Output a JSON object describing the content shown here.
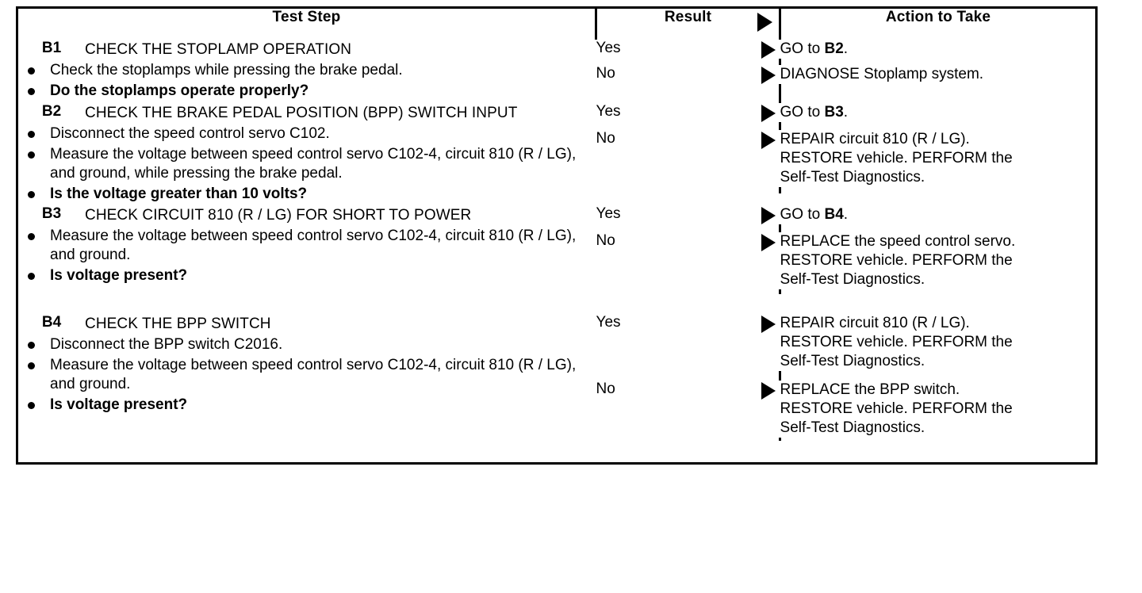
{
  "document": {
    "type": "diagnostic-pinpoint-test-table"
  },
  "table": {
    "headers": {
      "test_step": "Test Step",
      "result": "Result",
      "action": "Action to Take",
      "result_arrow_icon": "play-arrow-icon"
    },
    "steps": [
      {
        "id": "B1",
        "title": "CHECK THE STOPLAMP OPERATION",
        "bullets": [
          {
            "text": "Check the stoplamps while pressing the brake pedal.",
            "bold": false
          },
          {
            "text": "Do the stoplamps operate properly?",
            "bold": true
          }
        ],
        "results": [
          {
            "label": "Yes",
            "arrow_icon": "play-arrow-icon",
            "action_lines": [
              "GO to B2."
            ],
            "action_bold_token": "B2"
          },
          {
            "label": "No",
            "arrow_icon": "play-arrow-icon",
            "action_lines": [
              "DIAGNOSE Stoplamp system."
            ],
            "action_bold_token": ""
          }
        ]
      },
      {
        "id": "B2",
        "title": "CHECK THE BRAKE PEDAL POSITION (BPP) SWITCH INPUT",
        "bullets": [
          {
            "text": "Disconnect the speed control servo C102.",
            "bold": false
          },
          {
            "text": "Measure the voltage between speed control servo C102-4, circuit 810 (R / LG), and ground, while pressing the brake pedal.",
            "bold": false
          },
          {
            "text": "Is the voltage greater than 10 volts?",
            "bold": true
          }
        ],
        "results": [
          {
            "label": "Yes",
            "arrow_icon": "play-arrow-icon",
            "action_lines": [
              "GO to B3."
            ],
            "action_bold_token": "B3"
          },
          {
            "label": "No",
            "arrow_icon": "play-arrow-icon",
            "action_lines": [
              "REPAIR circuit 810 (R / LG).",
              "RESTORE vehicle. PERFORM the",
              "Self-Test Diagnostics."
            ],
            "action_bold_token": ""
          }
        ]
      },
      {
        "id": "B3",
        "title": "CHECK CIRCUIT 810 (R / LG) FOR SHORT TO POWER",
        "bullets": [
          {
            "text": "Measure the voltage between speed control servo C102-4, circuit 810 (R / LG), and ground.",
            "bold": false
          },
          {
            "text": "Is voltage present?",
            "bold": true
          }
        ],
        "results": [
          {
            "label": "Yes",
            "arrow_icon": "play-arrow-icon",
            "action_lines": [
              "GO to B4."
            ],
            "action_bold_token": "B4"
          },
          {
            "label": "No",
            "arrow_icon": "play-arrow-icon",
            "action_lines": [
              "REPLACE the speed control servo.",
              "RESTORE vehicle. PERFORM the",
              "Self-Test Diagnostics."
            ],
            "action_bold_token": ""
          }
        ]
      },
      {
        "id": "B4",
        "title": "CHECK THE BPP SWITCH",
        "bullets": [
          {
            "text": "Disconnect the BPP switch C2016.",
            "bold": false
          },
          {
            "text": "Measure the voltage between speed control servo C102-4, circuit 810 (R / LG), and ground.",
            "bold": false
          },
          {
            "text": "Is voltage present?",
            "bold": true
          }
        ],
        "results": [
          {
            "label": "Yes",
            "arrow_icon": "play-arrow-icon",
            "action_lines": [
              "REPAIR circuit 810 (R / LG).",
              "RESTORE vehicle. PERFORM the",
              "Self-Test Diagnostics."
            ],
            "action_bold_token": ""
          },
          {
            "label": "No",
            "arrow_icon": "play-arrow-icon",
            "action_lines": [
              "REPLACE the BPP switch.",
              "RESTORE vehicle. PERFORM the",
              "Self-Test Diagnostics."
            ],
            "action_bold_token": ""
          }
        ]
      }
    ]
  }
}
